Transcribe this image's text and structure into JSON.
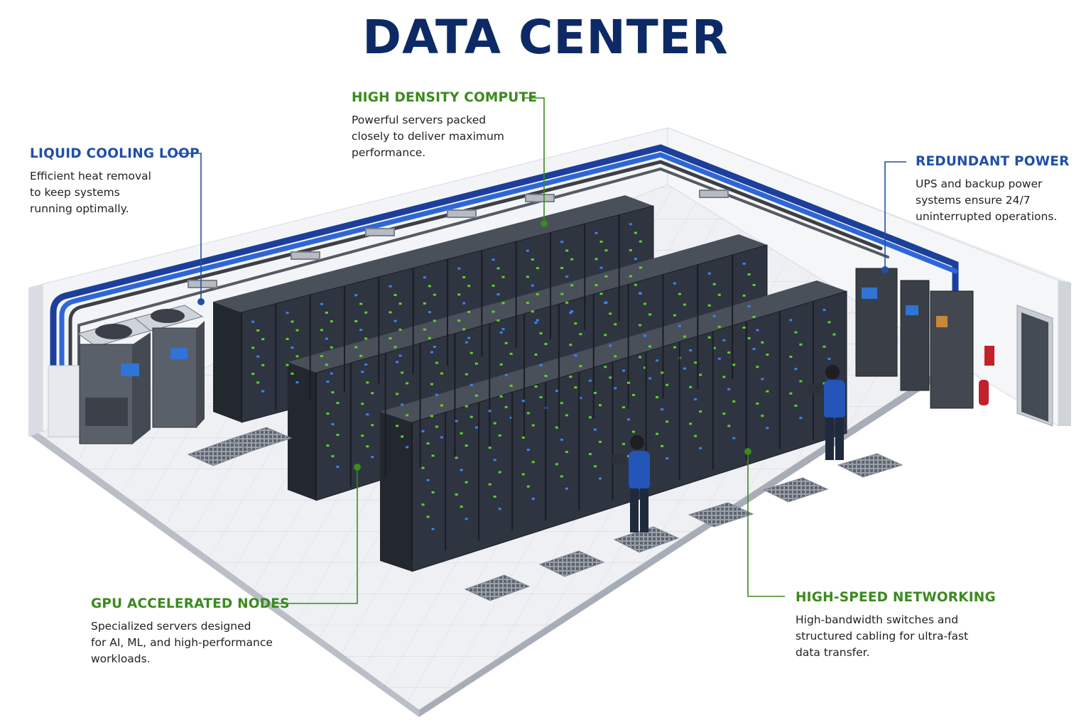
{
  "title": "DATA CENTER",
  "colors": {
    "title": "#0d2a66",
    "blue_accent": "#1f4fa8",
    "green_accent": "#3b8a1e",
    "rack": "#2e3440",
    "pipe": "#2a55c4"
  },
  "callouts": {
    "liquid_cooling": {
      "heading": "LIQUID COOLING LOOP",
      "lines": [
        "Efficient heat removal",
        "to keep systems",
        "running optimally."
      ]
    },
    "high_density": {
      "heading": "HIGH DENSITY COMPUTE",
      "lines": [
        "Powerful servers packed",
        "closely to deliver maximum",
        "performance."
      ]
    },
    "redundant_power": {
      "heading": "REDUNDANT POWER",
      "lines": [
        "UPS and backup power",
        "systems ensure 24/7",
        "uninterrupted operations."
      ]
    },
    "gpu_nodes": {
      "heading": "GPU ACCELERATED NODES",
      "lines": [
        "Specialized servers designed",
        "for AI, ML, and high-performance",
        "workloads."
      ]
    },
    "networking": {
      "heading": "HIGH-SPEED NETWORKING",
      "lines": [
        "High-bandwidth switches and",
        "structured cabling for ultra-fast",
        "data transfer."
      ]
    }
  },
  "icons": [
    "cooling-unit",
    "server-rack",
    "ups-cabinet",
    "technician",
    "laptop",
    "fire-extinguisher",
    "door",
    "floor-vent",
    "cable-tray"
  ]
}
